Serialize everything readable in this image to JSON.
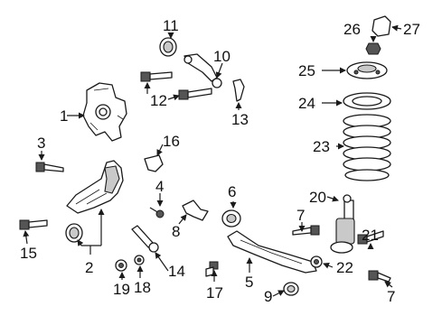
{
  "diagram": {
    "callouts": [
      {
        "id": "1",
        "label": "1"
      },
      {
        "id": "2",
        "label": "2"
      },
      {
        "id": "3",
        "label": "3"
      },
      {
        "id": "4",
        "label": "4"
      },
      {
        "id": "5",
        "label": "5"
      },
      {
        "id": "6",
        "label": "6"
      },
      {
        "id": "7a",
        "label": "7"
      },
      {
        "id": "7b",
        "label": "7"
      },
      {
        "id": "8",
        "label": "8"
      },
      {
        "id": "9",
        "label": "9"
      },
      {
        "id": "10",
        "label": "10"
      },
      {
        "id": "11",
        "label": "11"
      },
      {
        "id": "12",
        "label": "12"
      },
      {
        "id": "13",
        "label": "13"
      },
      {
        "id": "14",
        "label": "14"
      },
      {
        "id": "15",
        "label": "15"
      },
      {
        "id": "16",
        "label": "16"
      },
      {
        "id": "17",
        "label": "17"
      },
      {
        "id": "18",
        "label": "18"
      },
      {
        "id": "19",
        "label": "19"
      },
      {
        "id": "20",
        "label": "20"
      },
      {
        "id": "21",
        "label": "21"
      },
      {
        "id": "22",
        "label": "22"
      },
      {
        "id": "23",
        "label": "23"
      },
      {
        "id": "24",
        "label": "24"
      },
      {
        "id": "25",
        "label": "25"
      },
      {
        "id": "26",
        "label": "26"
      },
      {
        "id": "27",
        "label": "27"
      }
    ]
  }
}
